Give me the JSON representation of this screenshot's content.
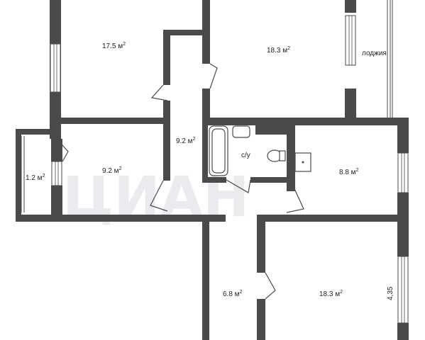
{
  "rooms": [
    {
      "id": "r1",
      "area": "17.5 м",
      "sup": "2"
    },
    {
      "id": "r2",
      "area": "18.3 м",
      "sup": "2"
    },
    {
      "id": "r3",
      "area": "9.2 м",
      "sup": "2"
    },
    {
      "id": "r4",
      "area": "1.2 м",
      "sup": "2"
    },
    {
      "id": "r5",
      "area": "9.2 м",
      "sup": "2"
    },
    {
      "id": "r6",
      "area": "8.8 м",
      "sup": "2"
    },
    {
      "id": "r7",
      "area": "6.8 м",
      "sup": "2"
    },
    {
      "id": "r8",
      "area": "18.3 м",
      "sup": "2"
    }
  ],
  "labels": {
    "loggia": "лоджия",
    "bathroom": "с/у",
    "dimension": "4,35"
  },
  "watermark": "ЦИАН",
  "colors": {
    "wall": "#4a4a4c",
    "background": "#ffffff",
    "watermark": "#d9dce3"
  }
}
